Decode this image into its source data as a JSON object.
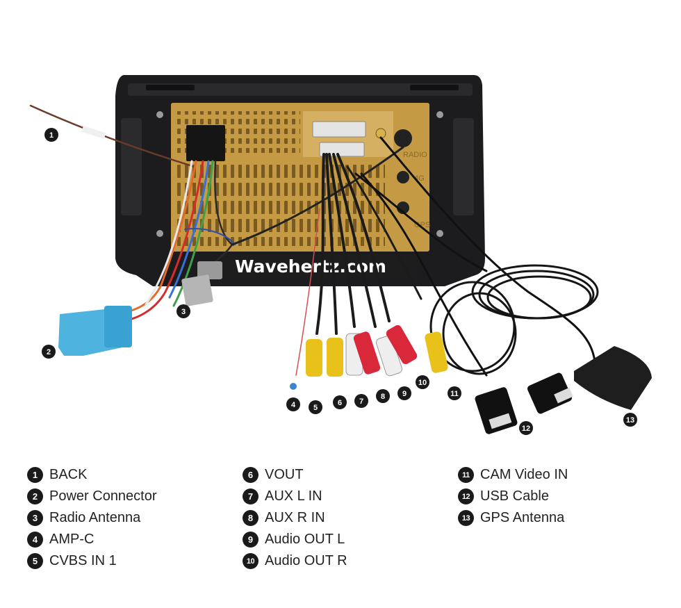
{
  "watermark": "Wavehertz.com",
  "unit_labels": {
    "radio": "RADIO",
    "port_4g": "4G",
    "port_gps": "GPS"
  },
  "callouts": [
    "1",
    "2",
    "3",
    "4",
    "5",
    "6",
    "7",
    "8",
    "9",
    "10",
    "11",
    "12",
    "13"
  ],
  "legend": [
    {
      "num": "1",
      "label": "BACK"
    },
    {
      "num": "2",
      "label": "Power Connector"
    },
    {
      "num": "3",
      "label": "Radio Antenna"
    },
    {
      "num": "4",
      "label": "AMP-C"
    },
    {
      "num": "5",
      "label": "CVBS IN 1"
    },
    {
      "num": "6",
      "label": "VOUT"
    },
    {
      "num": "7",
      "label": "AUX L IN"
    },
    {
      "num": "8",
      "label": "AUX R IN"
    },
    {
      "num": "9",
      "label": "Audio OUT L"
    },
    {
      "num": "10",
      "label": "Audio OUT R"
    },
    {
      "num": "11",
      "label": "CAM Video IN"
    },
    {
      "num": "12",
      "label": "USB Cable"
    },
    {
      "num": "13",
      "label": "GPS Antenna"
    }
  ],
  "colors": {
    "frame": "#1c1c1e",
    "board": "#c59a45",
    "power_connector": "#4fb3e0",
    "rca_yellow": "#e8c21a",
    "rca_red": "#d8283a",
    "rca_white": "#eeeeee",
    "gps_puck": "#1e1e1e"
  }
}
